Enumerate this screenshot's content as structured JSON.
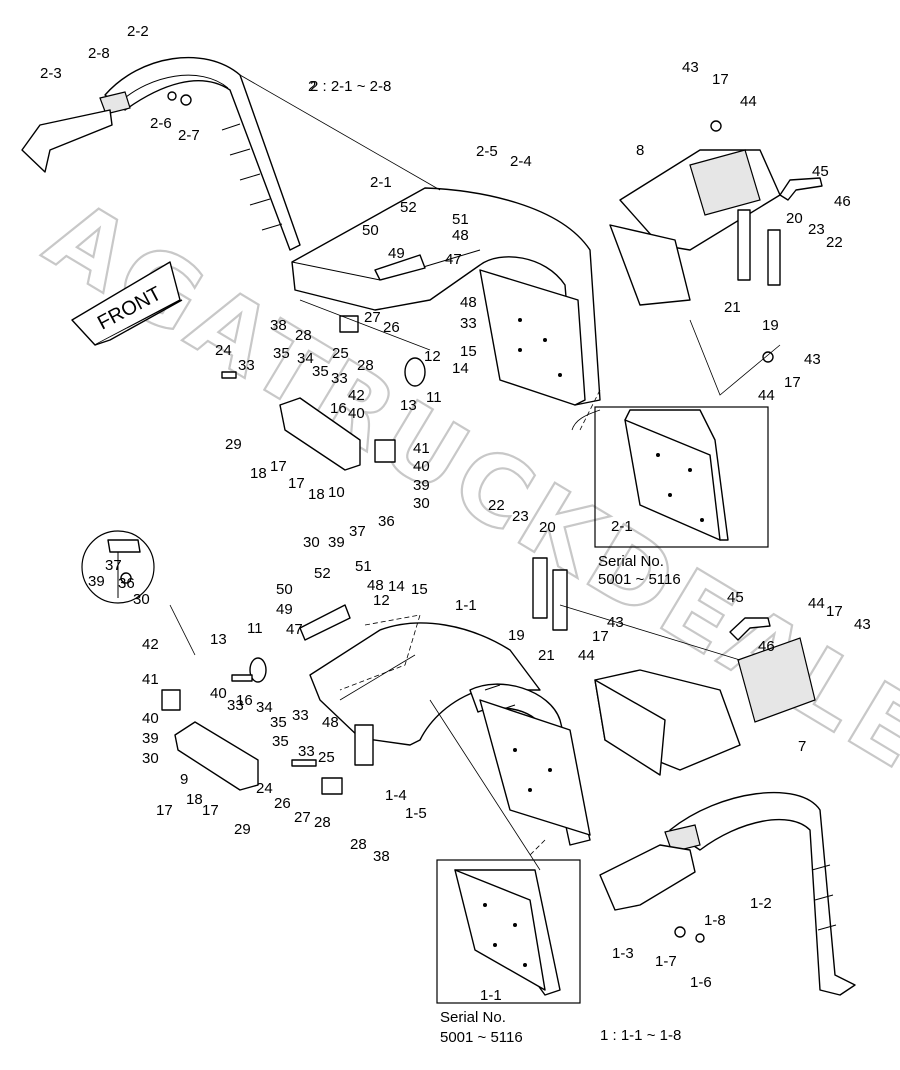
{
  "watermark": "AGATRUCKDEALER.RU",
  "front_arrow": "FRONT",
  "notes": {
    "group2": "2  :  2-1  ~  2-8",
    "group1": "1  :  1-1  ~  1-8",
    "serial_upper": [
      "Serial No.",
      "5001 ~ 5116"
    ],
    "serial_lower": [
      "Serial No.",
      "5001 ~ 5116"
    ]
  },
  "labels": [
    "2-2",
    "2-8",
    "2-3",
    "2-6",
    "2-7",
    "2",
    "2-5",
    "2-4",
    "2-1",
    "52",
    "51",
    "50",
    "48",
    "49",
    "47",
    "38",
    "28",
    "48",
    "33",
    "27",
    "26",
    "25",
    "28",
    "15",
    "14",
    "12",
    "11",
    "13",
    "24",
    "35",
    "34",
    "33",
    "35",
    "33",
    "16",
    "42",
    "40",
    "29",
    "18",
    "17",
    "17",
    "18",
    "41",
    "40",
    "39",
    "30",
    "10",
    "36",
    "30",
    "39",
    "37",
    "43",
    "17",
    "44",
    "8",
    "45",
    "46",
    "20",
    "23",
    "22",
    "21",
    "19",
    "44",
    "17",
    "43",
    "2-1",
    "22",
    "23",
    "20",
    "19",
    "21",
    "37",
    "39",
    "36",
    "30",
    "50",
    "52",
    "51",
    "48",
    "14",
    "15",
    "49",
    "12",
    "47",
    "1-1",
    "11",
    "13",
    "42",
    "40",
    "16",
    "33",
    "34",
    "35",
    "41",
    "33",
    "40",
    "48",
    "39",
    "30",
    "9",
    "35",
    "33",
    "24",
    "18",
    "17",
    "26",
    "27",
    "28",
    "17",
    "29",
    "25",
    "1-4",
    "1-5",
    "28",
    "38",
    "45",
    "44",
    "17",
    "43",
    "17",
    "43",
    "44",
    "46",
    "7",
    "1-2",
    "1-8",
    "1-3",
    "1-7",
    "1-6",
    "1-1"
  ]
}
